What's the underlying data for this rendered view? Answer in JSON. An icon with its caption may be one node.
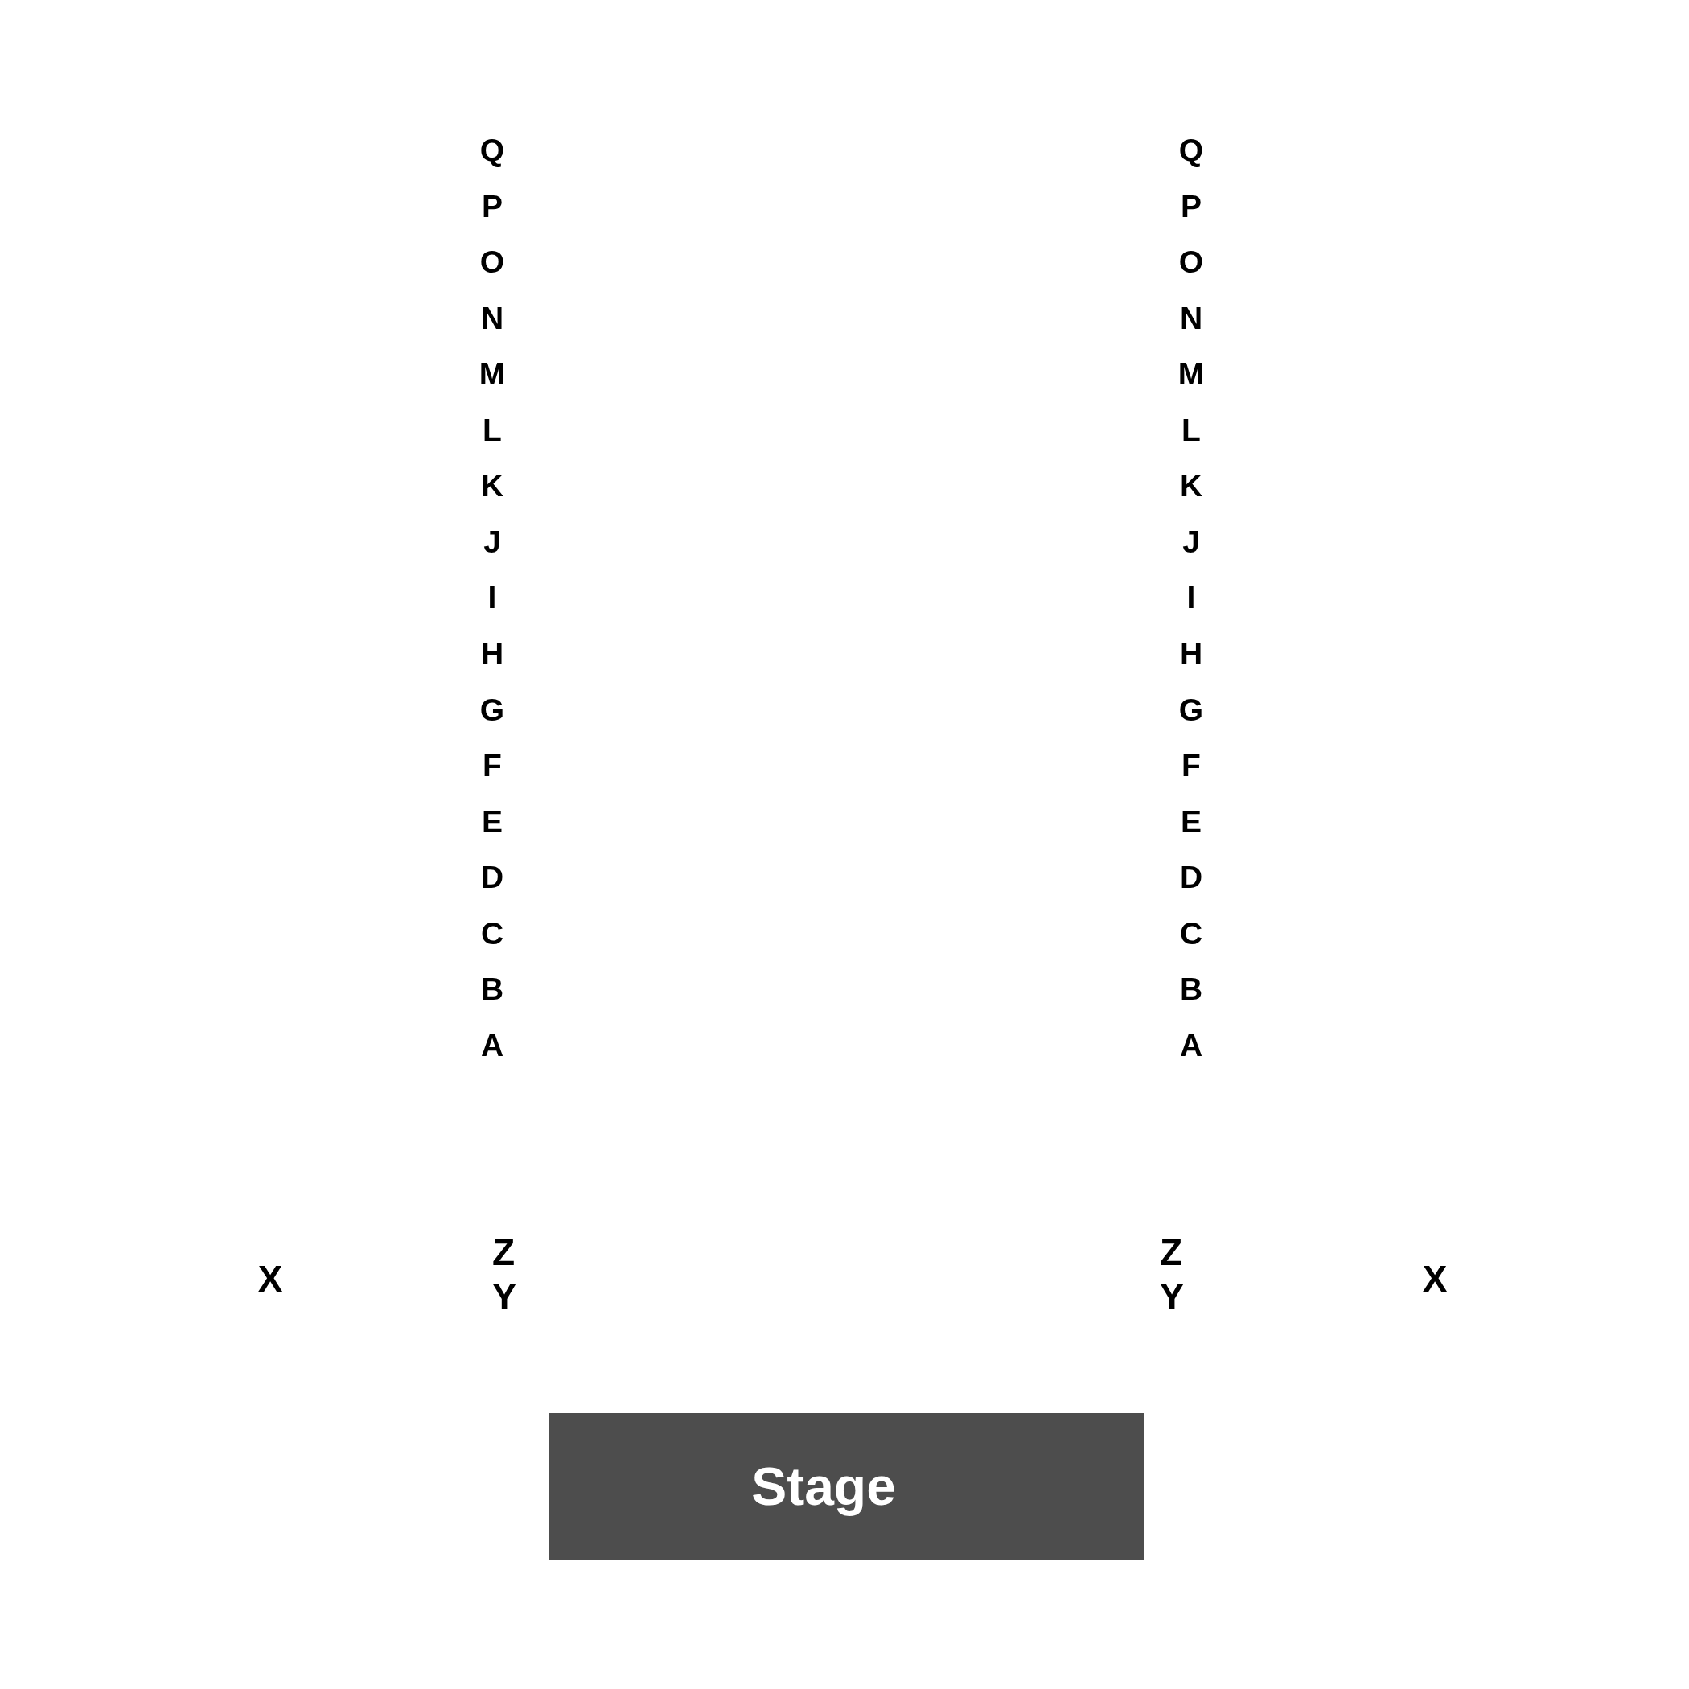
{
  "diagram": {
    "nodes": [
      {
        "text": [
          "Stage"
        ]
      }
    ],
    "edges": [],
    "labels": [
      "Q",
      "Q",
      "P",
      "P",
      "O",
      "O",
      "N",
      "N",
      "M",
      "M",
      "L",
      "L",
      "K",
      "K",
      "J",
      "J",
      "I",
      "I",
      "H",
      "H",
      "G",
      "G",
      "F",
      "F",
      "E",
      "E",
      "D",
      "D",
      "C",
      "C",
      "B",
      "B",
      "A",
      "A",
      "Z",
      "Z",
      "X",
      "X",
      "Y",
      "Y"
    ]
  }
}
